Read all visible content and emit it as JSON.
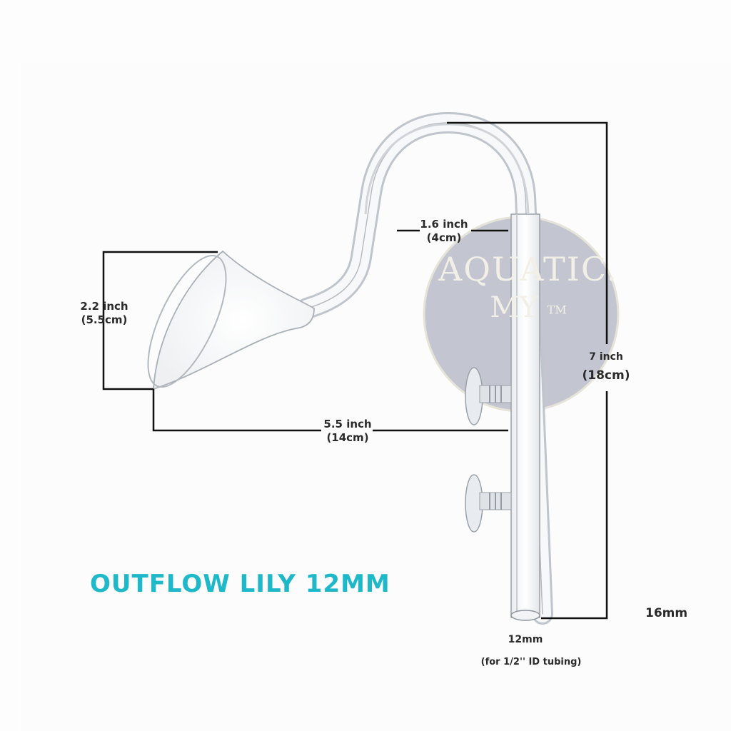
{
  "product": {
    "title": "OUTFLOW LILY 12MM",
    "title_color": "#1fb8c8"
  },
  "watermark": {
    "brand_line1": "AQUATIC.",
    "brand_line2": "MY",
    "trademark": "TM",
    "circle_color": "#b9bbc9"
  },
  "dimensions": {
    "cup_height_imperial": "2.2 inch",
    "cup_height_metric": "(5.5cm)",
    "bend_gap_imperial": "1.6 inch",
    "bend_gap_metric": "(4cm)",
    "reach_imperial": "5.5 inch",
    "reach_metric": "(14cm)",
    "total_height_imperial": "7 inch",
    "total_height_metric": "(18cm)",
    "outer_diameter": "16mm",
    "inner_diameter": "12mm",
    "tubing_note": "(for 1/2'' ID tubing)"
  }
}
